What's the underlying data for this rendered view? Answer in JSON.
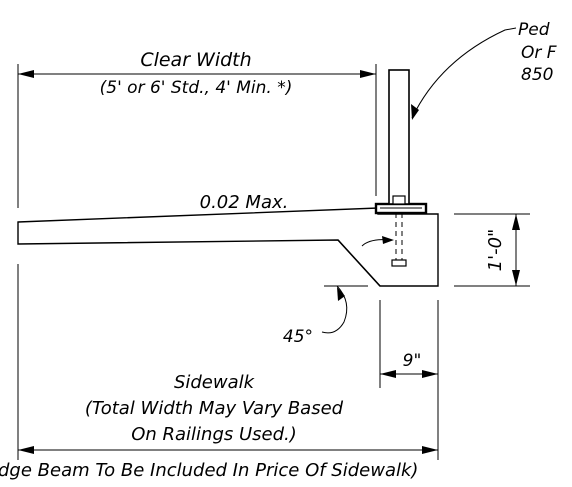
{
  "labels": {
    "clear_width": "Clear Width",
    "clear_width_note": "(5' or 6' Std., 4' Min. *)",
    "slope": "0.02 Max.",
    "height_dim": "1'-0\"",
    "angle": "45°",
    "beam_width": "9\"",
    "sidewalk": "Sidewalk",
    "sidewalk_note_1": "(Total Width May Vary Based",
    "sidewalk_note_2": "On Railings Used.)",
    "bottom_note": "dge Beam  To Be Included In Price Of Sidewalk)",
    "callout_1": "Ped",
    "callout_2": "Or F",
    "callout_3": "850"
  }
}
